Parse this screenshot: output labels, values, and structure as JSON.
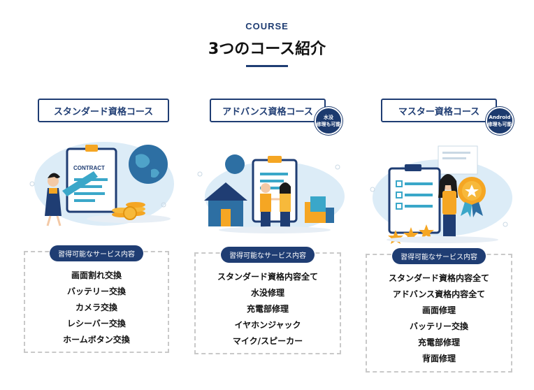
{
  "header": {
    "eyebrow": "COURSE",
    "title": "3つのコース紹介"
  },
  "courses": [
    {
      "name": "スタンダード資格コース",
      "badge": null,
      "illustration_text": "CONTRACT",
      "skills_label": "習得可能なサービス内容",
      "skills": [
        "画面割れ交換",
        "バッテリー交換",
        "カメラ交換",
        "レシーバー交換",
        "ホームボタン交換"
      ]
    },
    {
      "name": "アドバンス資格コース",
      "badge": {
        "line1": "水没",
        "line2": "修理も可能"
      },
      "skills_label": "習得可能なサービス内容",
      "skills": [
        "スタンダード資格内容全て",
        "水没修理",
        "充電部修理",
        "イヤホンジャック",
        "マイク/スピーカー"
      ]
    },
    {
      "name": "マスター資格コース",
      "badge": {
        "line1": "Android",
        "line2": "修理も可能"
      },
      "skills_label": "習得可能なサービス内容",
      "skills": [
        "スタンダード資格内容全て",
        "アドバンス資格内容全て",
        "画面修理",
        "バッテリー交換",
        "充電部修理",
        "背面修理"
      ]
    }
  ],
  "colors": {
    "navy": "#1f3d73",
    "accent": "#f5a623",
    "teal": "#3aa7c9",
    "light": "#dcecf7"
  }
}
